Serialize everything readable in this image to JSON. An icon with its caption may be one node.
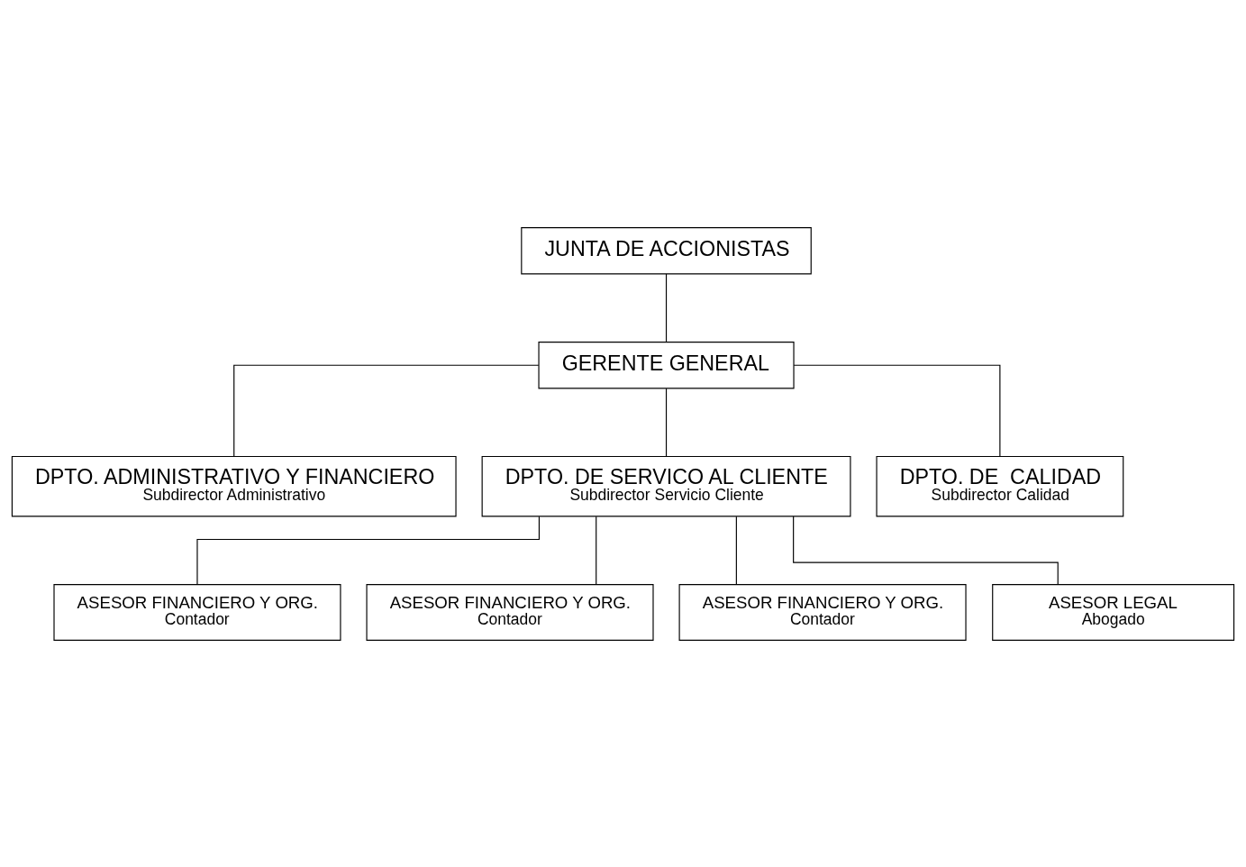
{
  "diagram": {
    "nodes": [
      {
        "text": [
          "JUNTA DE ACCIONISTAS"
        ]
      },
      {
        "text": [
          "GERENTE GENERAL"
        ]
      },
      {
        "text": [
          "DPTO. ADMINISTRATIVO Y FINANCIERO",
          "Subdirector Administrativo"
        ]
      },
      {
        "text": [
          "DPTO. DE SERVICO AL CLIENTE",
          "Subdirector Servicio Cliente"
        ]
      },
      {
        "text": [
          "DPTO. DE  CALIDAD",
          "Subdirector Calidad"
        ]
      },
      {
        "text": [
          "ASESOR FINANCIERO Y ORG.",
          "Contador"
        ]
      },
      {
        "text": [
          "ASESOR FINANCIERO Y ORG.",
          "Contador"
        ]
      },
      {
        "text": [
          "ASESOR FINANCIERO Y ORG.",
          "Contador"
        ]
      },
      {
        "text": [
          "ASESOR LEGAL",
          "Abogado"
        ]
      }
    ],
    "edges": [
      {
        "from": 0,
        "to": 1,
        "arrow": "none"
      },
      {
        "from": 1,
        "to": 2,
        "arrow": "none"
      },
      {
        "from": 1,
        "to": 3,
        "arrow": "none"
      },
      {
        "from": 1,
        "to": 4,
        "arrow": "none"
      },
      {
        "from": 3,
        "to": 5,
        "arrow": "none"
      },
      {
        "from": 3,
        "to": 6,
        "arrow": "none"
      },
      {
        "from": 3,
        "to": 7,
        "arrow": "none"
      },
      {
        "from": 3,
        "to": 8,
        "arrow": "none"
      }
    ]
  }
}
